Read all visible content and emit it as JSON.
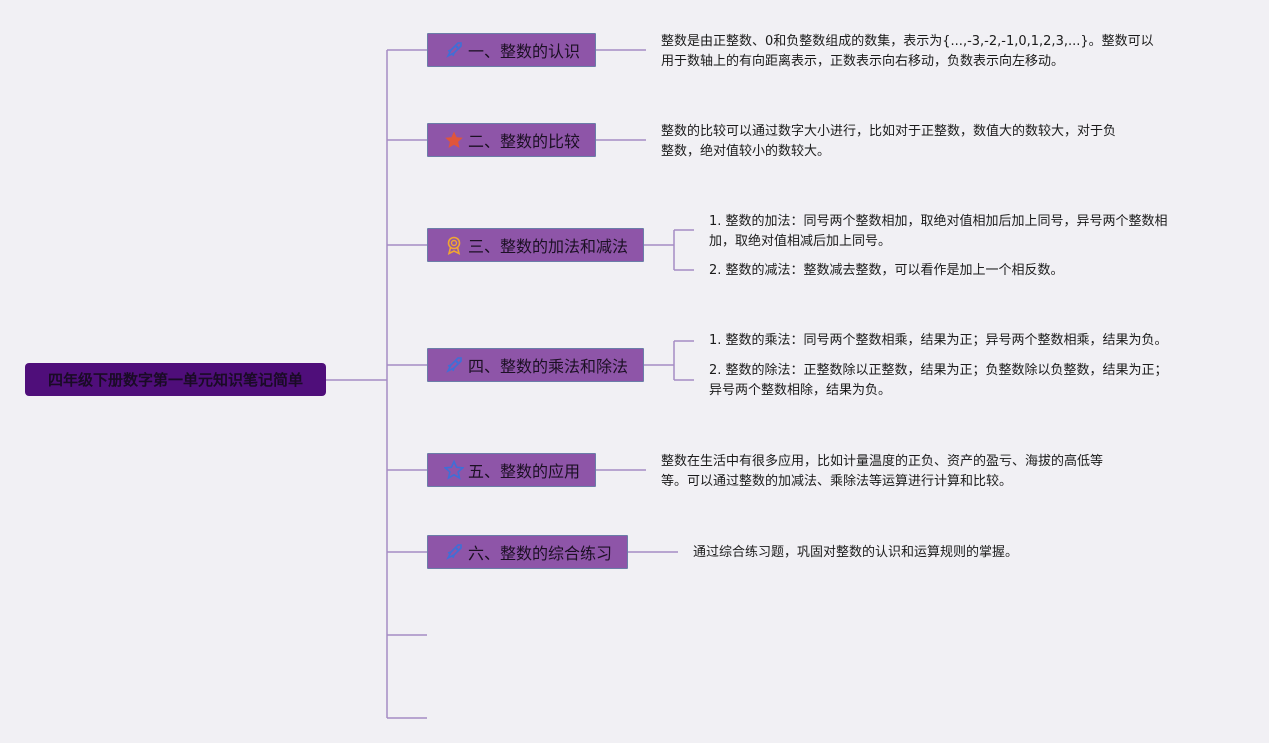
{
  "root": {
    "title": "四年级下册数字第一单元知识笔记简单"
  },
  "topics": [
    {
      "label": "一、整数的认识",
      "icon": "rocket-icon"
    },
    {
      "label": "二、整数的比较",
      "icon": "star-filled-icon"
    },
    {
      "label": "三、整数的加法和减法",
      "icon": "award-badge-icon"
    },
    {
      "label": "四、整数的乘法和除法",
      "icon": "rocket-icon"
    },
    {
      "label": "五、整数的应用",
      "icon": "star-outline-icon"
    },
    {
      "label": "六、整数的综合练习",
      "icon": "rocket-icon"
    }
  ],
  "notes": {
    "t1": [
      "整数是由正整数、0和负整数组成的数集，表示为{...,-3,-2,-1,0,1,2,3,...}。整数可以",
      "用于数轴上的有向距离表示，正数表示向右移动，负数表示向左移动。"
    ],
    "t2": [
      "整数的比较可以通过数字大小进行，比如对于正整数，数值大的数较大，对于负",
      "整数，绝对值较小的数较大。"
    ],
    "t3a": [
      "1. 整数的加法：同号两个整数相加，取绝对值相加后加上同号，异号两个整数相",
      "加，取绝对值相减后加上同号。"
    ],
    "t3b": [
      "2. 整数的减法：整数减去整数，可以看作是加上一个相反数。"
    ],
    "t4a": [
      "1. 整数的乘法：同号两个整数相乘，结果为正；异号两个整数相乘，结果为负。"
    ],
    "t4b": [
      "2. 整数的除法：正整数除以正整数，结果为正；负整数除以负整数，结果为正；",
      "异号两个整数相除，结果为负。"
    ],
    "t5": [
      "整数在生活中有很多应用，比如计量温度的正负、资产的盈亏、海拔的高低等",
      "等。可以通过整数的加减法、乘除法等运算进行计算和比较。"
    ],
    "t6": [
      "通过综合练习题，巩固对整数的认识和运算规则的掌握。"
    ]
  },
  "colors": {
    "line": "#a58cc4",
    "root_bg": "#4f0e7a",
    "topic_bg": "#8e55a8",
    "rocket": "#3f6fd6",
    "star_filled": "#e0553a",
    "award": "#f0a632",
    "star_outline": "#3f6fd6"
  }
}
